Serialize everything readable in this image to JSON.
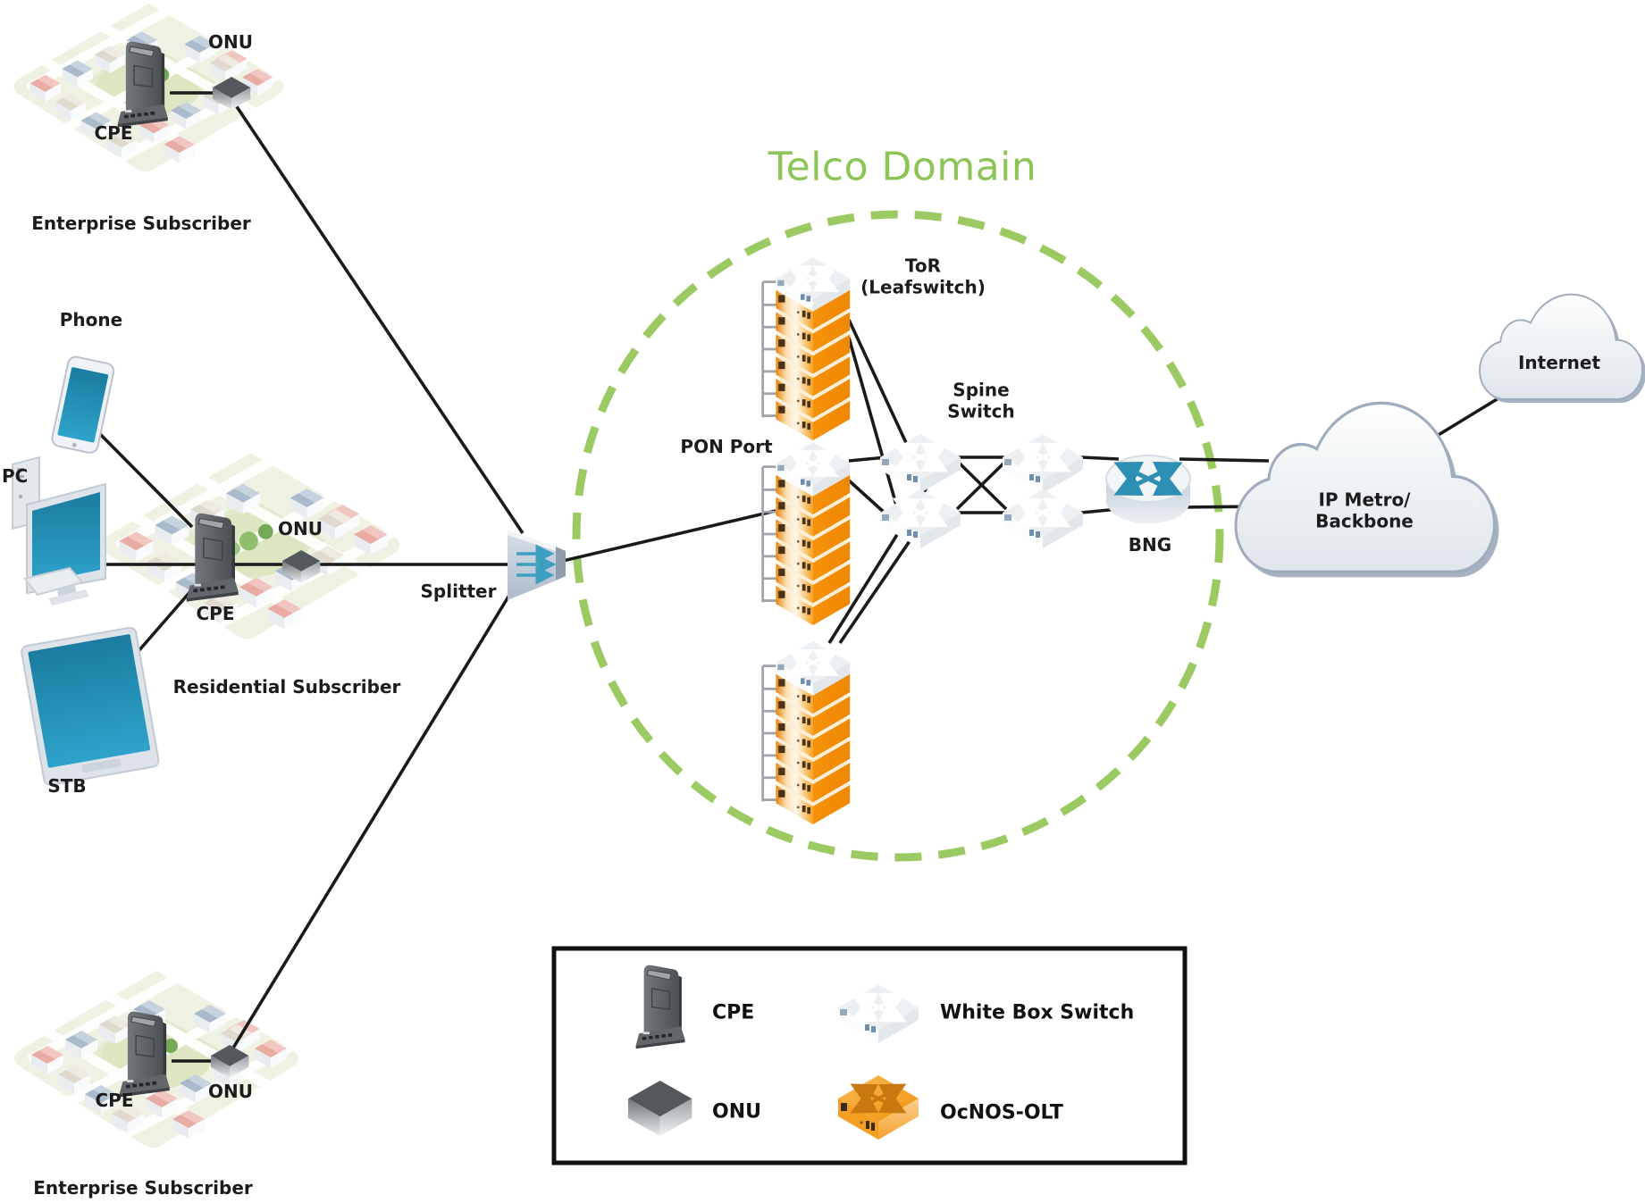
{
  "title": "Telco Domain",
  "colors": {
    "telco_green": "#8CC455",
    "circle_green": "#9BCA62",
    "olt_orange": "#F6920B",
    "screen_teal": "#1E7FA0",
    "cloud_gray": "#9FACBD",
    "line_black": "#1A1A1A"
  },
  "nodes": {
    "enterprise_top": {
      "onu": "ONU",
      "cpe": "CPE",
      "caption": "Enterprise Subscriber"
    },
    "residential": {
      "phone": "Phone",
      "pc": "PC",
      "stb": "STB",
      "onu": "ONU",
      "cpe": "CPE",
      "caption": "Residential Subscriber"
    },
    "enterprise_bottom": {
      "onu": "ONU",
      "cpe": "CPE",
      "caption": "Enterprise Subscriber"
    },
    "splitter": "Splitter",
    "pon_port": "PON Port",
    "tor": "ToR\n(Leafswitch)",
    "spine": "Spine\nSwitch",
    "bng": "BNG",
    "ip_metro": "IP Metro/\nBackbone",
    "internet": "Internet"
  },
  "legend": {
    "items": [
      {
        "icon": "cpe-icon",
        "label": "CPE"
      },
      {
        "icon": "white-box-switch-icon",
        "label": "White Box Switch"
      },
      {
        "icon": "onu-icon",
        "label": "ONU"
      },
      {
        "icon": "ocnos-olt-icon",
        "label": "OcNOS-OLT"
      }
    ]
  }
}
